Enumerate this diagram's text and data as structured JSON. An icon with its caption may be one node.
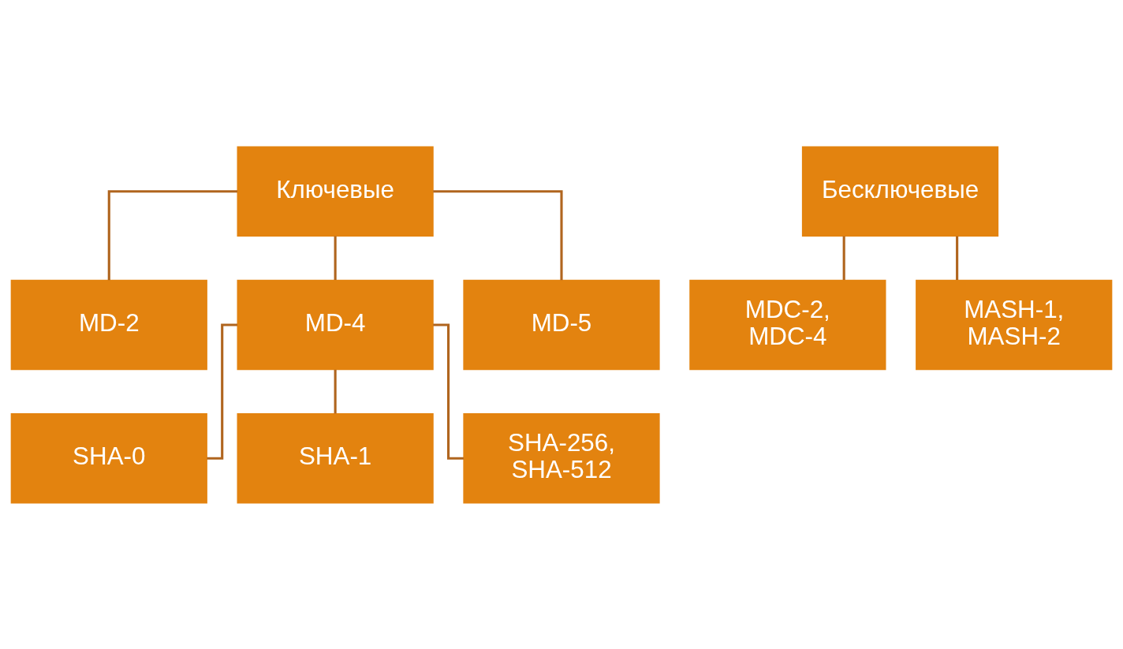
{
  "diagram": {
    "nodes": [
      {
        "text": [
          "Ключевые"
        ]
      },
      {
        "text": [
          "MD-2"
        ]
      },
      {
        "text": [
          "MD-4"
        ]
      },
      {
        "text": [
          "MD-5"
        ]
      },
      {
        "text": [
          "SHA-0"
        ]
      },
      {
        "text": [
          "SHA-1"
        ]
      },
      {
        "text": [
          "SHA-256, SHA-512"
        ]
      },
      {
        "text": [
          "Бесключевые"
        ]
      },
      {
        "text": [
          "MDC-2, MDC-4"
        ]
      },
      {
        "text": [
          "MASH-1, MASH-2"
        ]
      }
    ],
    "edges": [
      {
        "from": 0,
        "to": 1,
        "arrow": "none"
      },
      {
        "from": 0,
        "to": 2,
        "arrow": "none"
      },
      {
        "from": 0,
        "to": 3,
        "arrow": "none"
      },
      {
        "from": 2,
        "to": 4,
        "arrow": "none"
      },
      {
        "from": 2,
        "to": 5,
        "arrow": "none"
      },
      {
        "from": 2,
        "to": 6,
        "arrow": "none"
      },
      {
        "from": 7,
        "to": 8,
        "arrow": "none"
      },
      {
        "from": 7,
        "to": 9,
        "arrow": "none"
      }
    ]
  }
}
